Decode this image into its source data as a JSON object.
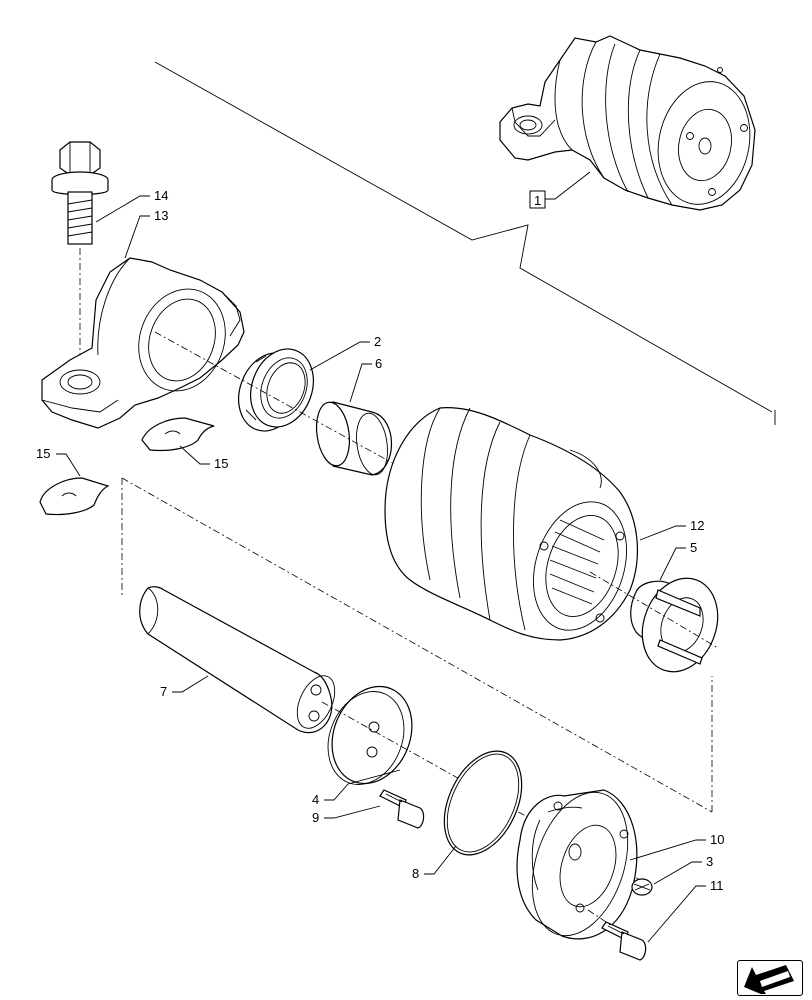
{
  "callouts": {
    "c1": "1",
    "c2": "2",
    "c3": "3",
    "c4": "4",
    "c5": "5",
    "c6": "6",
    "c7": "7",
    "c8": "8",
    "c9": "9",
    "c10": "10",
    "c11": "11",
    "c12": "12",
    "c13": "13",
    "c14": "14",
    "c15a": "15",
    "c15b": "15"
  },
  "icons": {
    "nav": "arrow-down-left-icon"
  }
}
